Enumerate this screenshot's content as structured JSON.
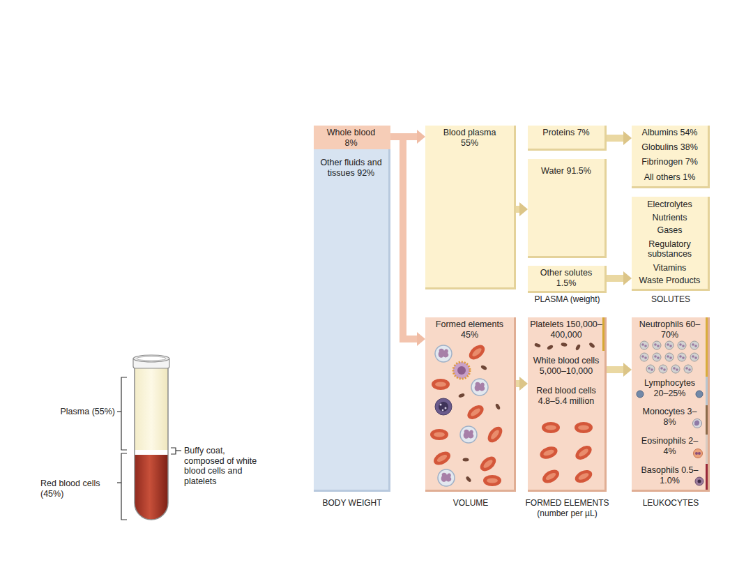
{
  "diagram": {
    "nodes": [
      {
        "text": [
          "Whole blood 8%"
        ]
      },
      {
        "text": [
          "Other fluids and tissues 92%"
        ]
      },
      {
        "text": [
          "Blood plasma 55%"
        ]
      },
      {
        "text": [
          "Proteins 7%"
        ]
      },
      {
        "text": [
          "Water 91.5%"
        ]
      },
      {
        "text": [
          "Other solutes 1.5%"
        ]
      },
      {
        "text": [
          "Albumins 54%",
          "Globulins 38%",
          "Fibrinogen 7%",
          "All others 1%"
        ]
      },
      {
        "text": [
          "Electrolytes",
          "Nutrients",
          "Gases",
          "Regulatory substances",
          "Vitamins",
          "Waste Products"
        ]
      },
      {
        "text": [
          "Formed elements 45%"
        ]
      },
      {
        "text": [
          "Platelets 150,000–400,000",
          "White blood cells 5,000–10,000",
          "Red blood cells 4.8–5.4 million"
        ]
      },
      {
        "text": [
          "Neutrophils 60–70%",
          "Lymphocytes 20–25%",
          "Monocytes 3–8%",
          "Eosinophils 2–4%",
          "Basophils 0.5–1.0%"
        ]
      }
    ],
    "edges": [
      {
        "from": 0,
        "to": 2,
        "arrow": "to"
      },
      {
        "from": 0,
        "to": 8,
        "arrow": "to"
      },
      {
        "from": 3,
        "to": 6,
        "arrow": "to"
      },
      {
        "from": 2,
        "to": 4,
        "arrow": "to"
      },
      {
        "from": 5,
        "to": 7,
        "arrow": "to"
      },
      {
        "from": 8,
        "to": 9,
        "arrow": "to"
      },
      {
        "from": 9,
        "to": 10,
        "arrow": "to"
      }
    ],
    "labels": [
      "Plasma (55%)",
      "Buffy coat, composed of white blood cells and platelets",
      "Red blood cells (45%)",
      "PLASMA (weight)",
      "SOLUTES",
      "BODY WEIGHT",
      "VOLUME",
      "FORMED ELEMENTS (number per µL)",
      "LEUKOCYTES"
    ]
  }
}
